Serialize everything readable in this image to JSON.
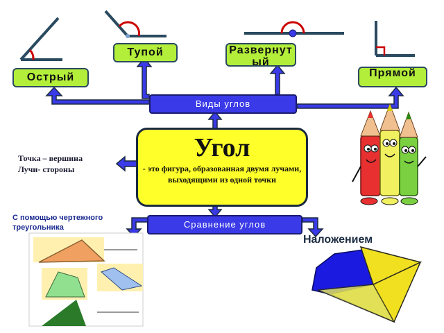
{
  "angle_types": {
    "acute": "Острый",
    "obtuse": "Тупой",
    "straight": "Развернутый",
    "right": "Прямой"
  },
  "kinds_header": "Виды углов",
  "center": {
    "title": "Угол",
    "description": "- это фигура, образованная двумя лучами, выходящими из одной точки"
  },
  "parts_note": {
    "line1": "Точка – вершина",
    "line2": "Лучи- стороны"
  },
  "comparison_header": "Сравнение углов",
  "methods": {
    "triangle": "С помощью чертежного треугольника",
    "overlay": "Наложением"
  },
  "colors": {
    "label_green": "#b3ee3a",
    "box_blue": "#3a3ae8",
    "center_yellow": "#ffff2a",
    "arrow_fill": "#3a3ae8",
    "arrow_border": "#1a2a40",
    "angle_arc": "#cc0000"
  }
}
